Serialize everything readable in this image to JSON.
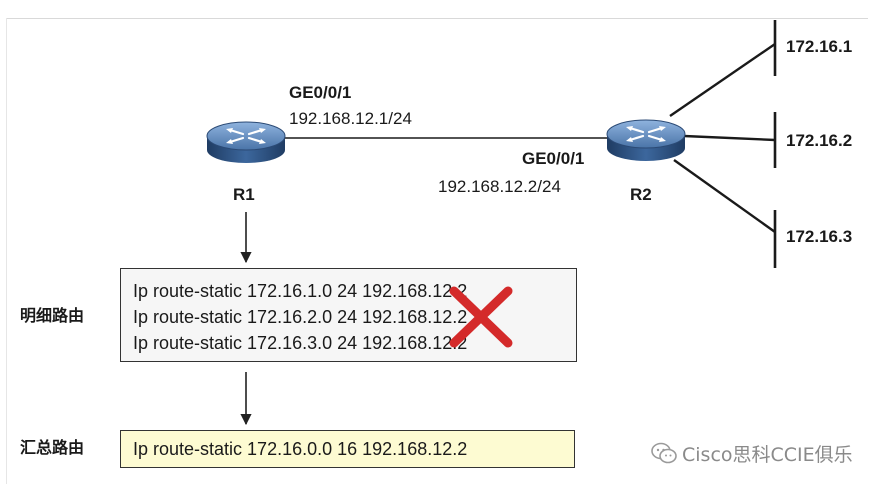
{
  "routers": {
    "r1": {
      "name": "R1",
      "interface": "GE0/0/1",
      "ip": "192.168.12.1/24"
    },
    "r2": {
      "name": "R2",
      "interface": "GE0/0/1",
      "ip": "192.168.12.2/24"
    }
  },
  "networks": [
    "172.16.1",
    "172.16.2",
    "172.16.3"
  ],
  "detail_routes": {
    "label": "明细路由",
    "lines": [
      "Ip route-static 172.16.1.0 24 192.168.12.2",
      "Ip route-static 172.16.2.0 24 192.168.12.2",
      "Ip route-static 172.16.3.0 24 192.168.12.2"
    ]
  },
  "summary_route": {
    "label": "汇总路由",
    "line": "Ip route-static 172.16.0.0 16 192.168.12.2"
  },
  "watermark": "Cisco思科CCIE俱乐",
  "colors": {
    "router_top": "#5b84b6",
    "router_side": "#2e4f7c",
    "cross": "#d42a2a",
    "summary_fill": "#fdfbd2",
    "detail_fill": "#f6f6f6"
  }
}
